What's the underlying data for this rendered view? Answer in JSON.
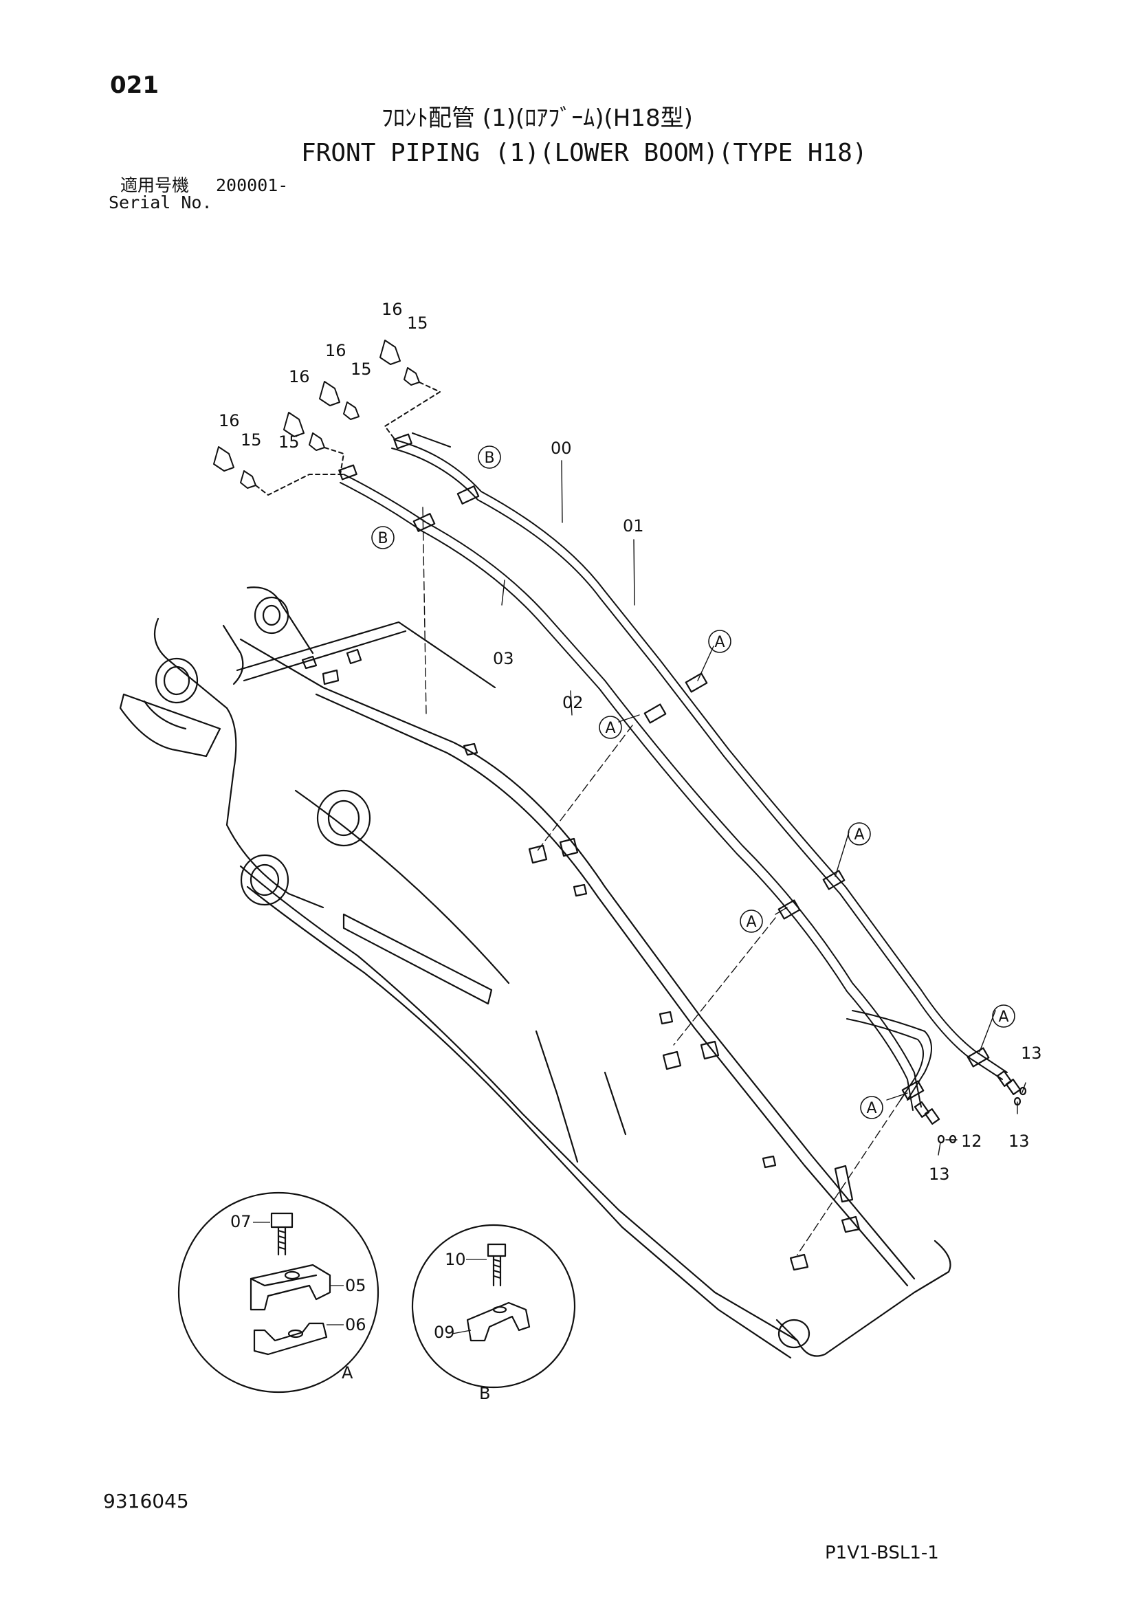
{
  "header": {
    "page_number": "021",
    "title_ja": "ﾌﾛﾝﾄ配管 (1)(ﾛｱﾌﾞｰﾑ)(H18型)",
    "title_en": "FRONT PIPING (1)(LOWER BOOM)(TYPE H18)",
    "serial_label_ja": "適用号機",
    "serial_label_en": "Serial No.",
    "serial_value": "200001-"
  },
  "callouts": {
    "c16a": "16",
    "c15a": "15",
    "c16b": "16",
    "c15b": "15",
    "c16c": "16",
    "c15c": "15",
    "c16d": "16",
    "c15d": "15",
    "c00": "00",
    "c01": "01",
    "c02": "02",
    "c03": "03",
    "c05": "05",
    "c06": "06",
    "c07": "07",
    "c09": "09",
    "c10": "10",
    "c12": "12",
    "c13a": "13",
    "c13b": "13",
    "c13c": "13"
  },
  "view_markers": {
    "A": "A",
    "B": "B"
  },
  "detail_labels": {
    "detail_a": "A",
    "detail_b": "B"
  },
  "footer": {
    "drawing_number": "9316045",
    "reference_code": "P1V1-BSL1-1"
  }
}
